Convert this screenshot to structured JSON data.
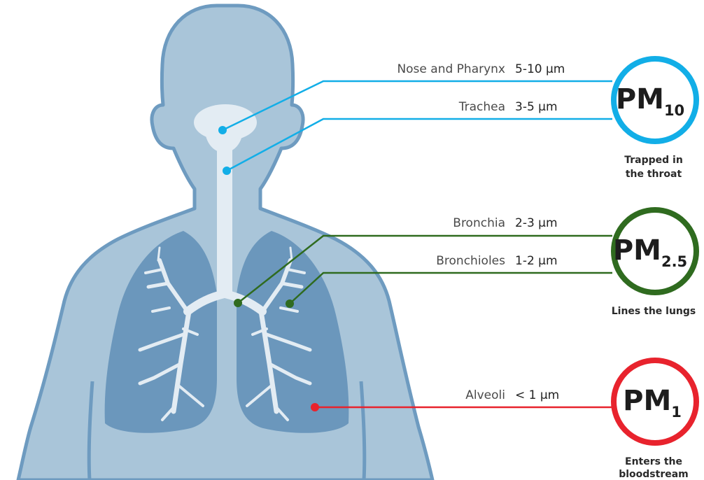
{
  "colors": {
    "body_fill": "#a9c5d9",
    "body_stroke": "#6e9bc0",
    "lungs": "#6b97bc",
    "airway": "#e3ecf3",
    "pm10": "#12aee7",
    "pm25": "#2f6b1f",
    "pm1": "#e8232d"
  },
  "labels": {
    "nose": {
      "name": "Nose and Pharynx",
      "size": "5-10 µm"
    },
    "trachea": {
      "name": "Trachea",
      "size": "3-5 µm"
    },
    "bronchia": {
      "name": "Bronchia",
      "size": "2-3 µm"
    },
    "bronchioles": {
      "name": "Bronchioles",
      "size": "1-2 µm"
    },
    "alveoli": {
      "name": "Alveoli",
      "size": "< 1 µm"
    }
  },
  "badges": {
    "pm10": {
      "main": "PM",
      "sub": "10",
      "caption_1": "Trapped in",
      "caption_2": "the throat"
    },
    "pm25": {
      "main": "PM",
      "sub": "2.5",
      "caption_1": "Lines the lungs"
    },
    "pm1": {
      "main": "PM",
      "sub": "1",
      "caption_1": "Enters the",
      "caption_2": "bloodstream"
    }
  }
}
